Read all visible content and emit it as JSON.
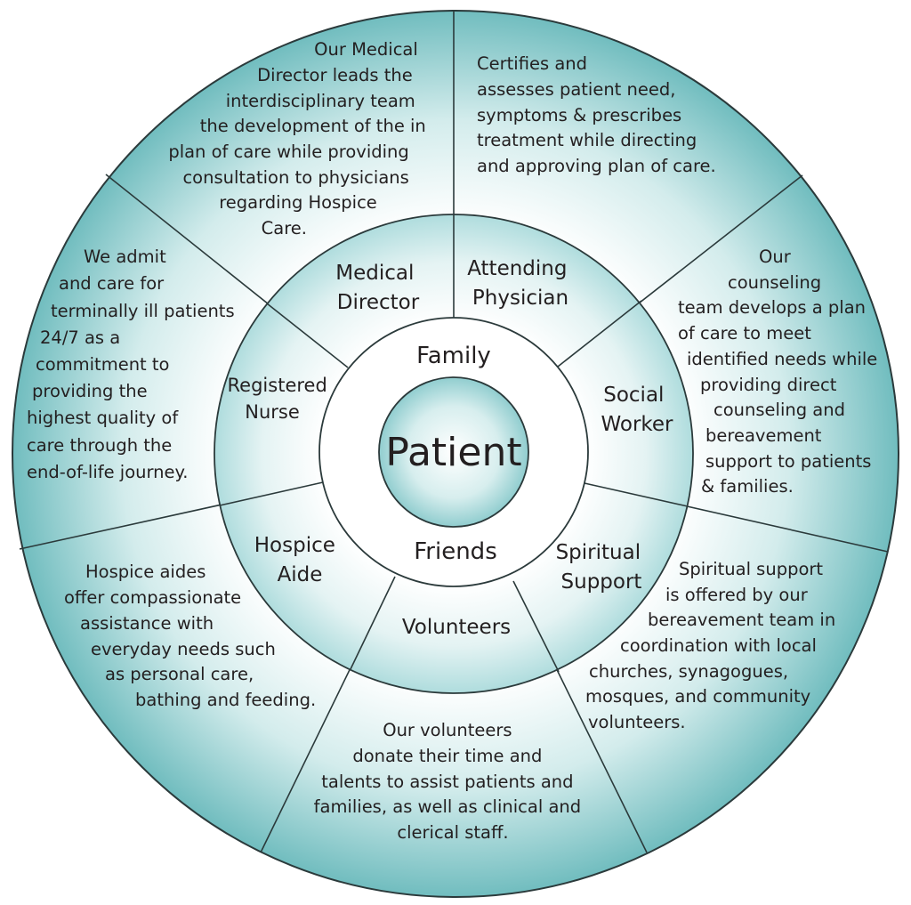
{
  "center": {
    "label": "Patient"
  },
  "ring": {
    "top": "Family",
    "bottom": "Friends"
  },
  "roles": {
    "medical_director": {
      "lines": [
        "Medical",
        "Director"
      ]
    },
    "attending_physician": {
      "lines": [
        "Attending",
        "Physician"
      ]
    },
    "social_worker": {
      "lines": [
        "Social",
        "Worker"
      ]
    },
    "spiritual_support": {
      "lines": [
        "Spiritual",
        "Support"
      ]
    },
    "volunteers": {
      "lines": [
        "Volunteers"
      ]
    },
    "hospice_aide": {
      "lines": [
        "Hospice",
        "Aide"
      ]
    },
    "registered_nurse": {
      "lines": [
        "Registered",
        "Nurse"
      ]
    }
  },
  "descriptions": {
    "medical_director": {
      "lines": [
        "Our Medical",
        "Director leads the",
        "interdisciplinary team",
        "the development of the in",
        "plan of care while providing",
        "consultation to physicians",
        "regarding Hospice",
        "Care."
      ]
    },
    "attending_physician": {
      "lines": [
        "Certifies and",
        "assesses patient need,",
        "symptoms & prescribes",
        "treatment while directing",
        "and approving plan of care."
      ]
    },
    "social_worker": {
      "lines": [
        "Our",
        "counseling",
        "team develops a plan",
        "of care to meet",
        "identified needs while",
        "providing direct",
        "counseling and",
        "bereavement",
        "support to patients",
        "& families."
      ]
    },
    "spiritual_support": {
      "lines": [
        "Spiritual support",
        "is offered by our",
        "bereavement team in",
        "coordination with local",
        "churches, synagogues,",
        "mosques, and community",
        "volunteers."
      ]
    },
    "volunteers": {
      "lines": [
        "Our volunteers",
        "donate their time and",
        "talents to assist patients and",
        "families, as well as clinical and",
        "clerical staff."
      ]
    },
    "hospice_aide": {
      "lines": [
        "Hospice aides",
        "offer compassionate",
        "assistance with",
        "everyday needs such",
        "as personal care,",
        "bathing and feeding."
      ]
    },
    "registered_nurse": {
      "lines": [
        "We admit",
        "and care for",
        "terminally ill patients",
        "24/7 as a",
        "commitment to",
        "providing the",
        "highest quality of",
        "care through the",
        "end-of-life journey."
      ]
    }
  },
  "colors": {
    "teal": "#74bfc1",
    "teal_dark": "#4e9ea2",
    "line": "#2b3a3b",
    "white": "#ffffff"
  }
}
